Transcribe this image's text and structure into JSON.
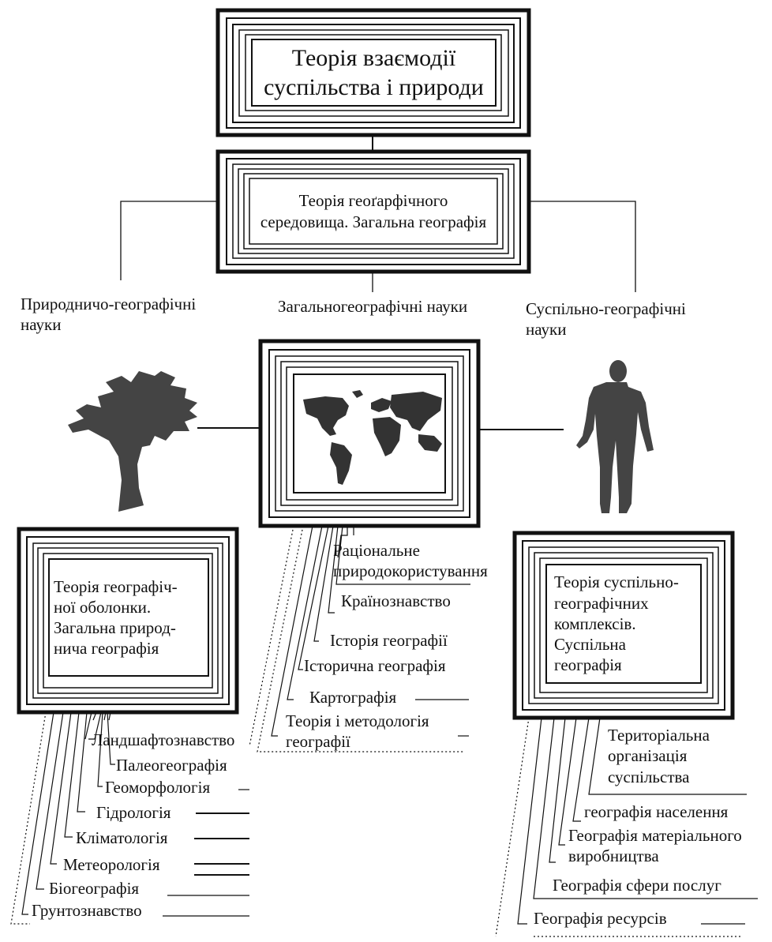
{
  "title_box": {
    "line1": "Теорія взаємодії",
    "line2": "суспільства і природи"
  },
  "geo_box": {
    "line1": "Теорія геоґарфічного",
    "line2": "середовища. Загальна географія"
  },
  "branches": {
    "natural": {
      "line1": "Природничо-географічні",
      "line2": "науки"
    },
    "general": "Загальногеографічні науки",
    "social": {
      "line1": "Суспільно-географічні",
      "line2": "науки"
    }
  },
  "left_box": {
    "line1": "Теорія географіч-",
    "line2": "ної оболонки.",
    "line3": "Загальна природ-",
    "line4": "нича географія"
  },
  "right_box": {
    "line1": "Теорія суспільно-",
    "line2": "географічних",
    "line3": "комплексів.",
    "line4": "Суспільна",
    "line5": "географія"
  },
  "center_items": [
    {
      "line1": "Раціональне",
      "line2": "природокористування"
    },
    "Країнознавство",
    "Історія географії",
    "Історична географія",
    "Картографія",
    {
      "line1": "Теорія і методологія",
      "line2": "географії"
    }
  ],
  "left_items": [
    "Ландшафтознавство",
    "Палеогеографія",
    "Геоморфологія",
    "Гідрологія",
    "Кліматологія",
    "Метеорологія",
    "Біогеографія",
    "Грунтознавство"
  ],
  "right_items": [
    {
      "line1": "Територіальна",
      "line2": "організація",
      "line3": "суспільства"
    },
    "географія населення",
    {
      "line1": "Географія матеріального",
      "line2": "виробництва"
    },
    "Географія сфери послуг",
    "Географія ресурсів"
  ],
  "icons": [
    "tree-icon",
    "world-map-icon",
    "human-figure-icon"
  ]
}
